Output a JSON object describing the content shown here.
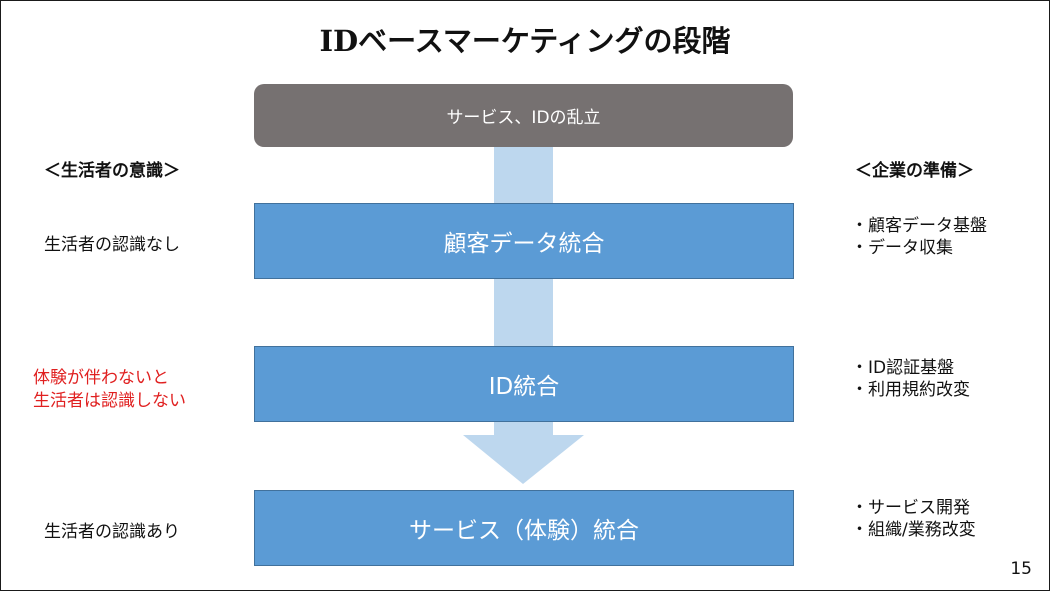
{
  "slide": {
    "title": "IDベースマーケティングの段階",
    "page_number": "15"
  },
  "top_box": {
    "label": "サービス、IDの乱立"
  },
  "stages": [
    {
      "label": "顧客データ統合"
    },
    {
      "label": "ID統合"
    },
    {
      "label": "サービス（体験）統合"
    }
  ],
  "left_column": {
    "header": "＜生活者の意識＞",
    "items": [
      {
        "lines": [
          "生活者の認識なし"
        ]
      },
      {
        "lines": [
          "体験が伴わないと",
          "生活者は認識しない"
        ],
        "color": "#e02020"
      },
      {
        "lines": [
          "生活者の認識あり"
        ]
      }
    ]
  },
  "right_column": {
    "header": "＜企業の準備＞",
    "items": [
      {
        "lines": [
          "・顧客データ基盤",
          "・データ収集"
        ]
      },
      {
        "lines": [
          "・ID認証基盤",
          "・利用規約改変"
        ]
      },
      {
        "lines": [
          "・サービス開発",
          "・組織/業務改変"
        ]
      }
    ]
  },
  "colors": {
    "stage_fill": "#5b9bd5",
    "stage_border": "#41719c",
    "top_box_fill": "#767171",
    "arrow_fill": "#bdd7ee",
    "emphasis_text": "#e02020"
  }
}
